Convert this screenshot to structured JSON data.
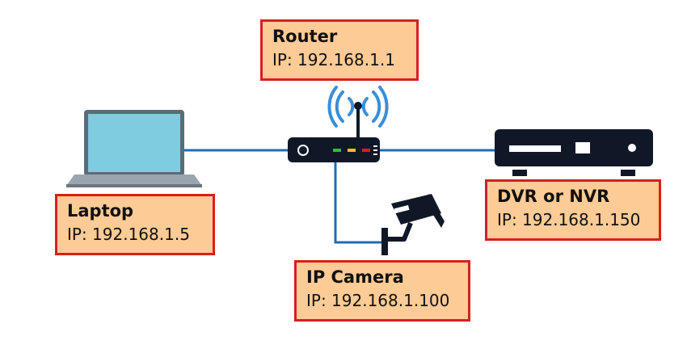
{
  "colors": {
    "link": "#1f6cb5",
    "label_fill": "#fdcb96",
    "label_border": "#d42020",
    "device_dark": "#101828",
    "laptop_screen": "#7fcbe0",
    "wifi": "#3a8fd8"
  },
  "devices": {
    "router": {
      "name": "Router",
      "ip": "IP: 192.168.1.1",
      "icon": "router-icon"
    },
    "laptop": {
      "name": "Laptop",
      "ip": "IP: 192.168.1.5",
      "icon": "laptop-icon"
    },
    "dvr": {
      "name": "DVR or NVR",
      "ip": "IP: 192.168.1.150",
      "icon": "dvr-icon"
    },
    "camera": {
      "name": "IP Camera",
      "ip": "IP: 192.168.1.100",
      "icon": "camera-icon"
    }
  },
  "connections": [
    {
      "from": "laptop",
      "to": "router"
    },
    {
      "from": "router",
      "to": "dvr"
    },
    {
      "from": "router",
      "to": "camera"
    }
  ]
}
